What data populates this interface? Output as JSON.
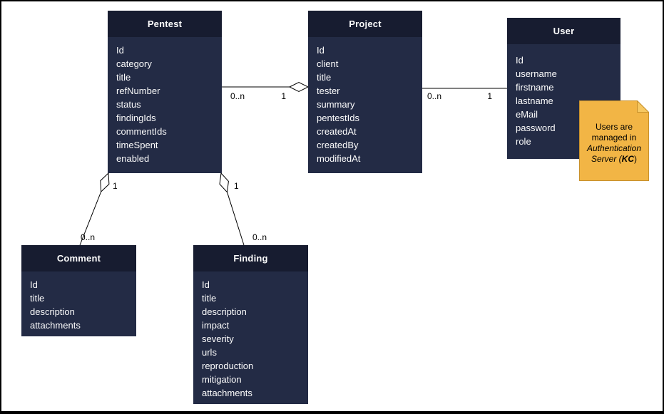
{
  "diagram": {
    "type": "uml-entity-diagram",
    "entities": [
      {
        "name": "Pentest",
        "fields": [
          "Id",
          "category",
          "title",
          "refNumber",
          "status",
          "findingIds",
          "commentIds",
          "timeSpent",
          "enabled"
        ]
      },
      {
        "name": "Project",
        "fields": [
          "Id",
          "client",
          "title",
          "tester",
          "summary",
          "pentestIds",
          "createdAt",
          "createdBy",
          "modifiedAt"
        ]
      },
      {
        "name": "User",
        "fields": [
          "Id",
          "username",
          "firstname",
          "lastname",
          "eMail",
          "password",
          "role"
        ]
      },
      {
        "name": "Comment",
        "fields": [
          "Id",
          "title",
          "description",
          "attachments"
        ]
      },
      {
        "name": "Finding",
        "fields": [
          "Id",
          "title",
          "description",
          "impact",
          "severity",
          "urls",
          "reproduction",
          "mitigation",
          "attachments"
        ]
      }
    ],
    "relationships": [
      {
        "name": "pentest-project",
        "from": "Pentest",
        "to": "Project",
        "from_card": "0..n",
        "to_card": "1",
        "diamond_end": "Project"
      },
      {
        "name": "project-user",
        "from": "Project",
        "to": "User",
        "from_card": "0..n",
        "to_card": "1",
        "diamond_end": "none"
      },
      {
        "name": "pentest-comment",
        "from": "Pentest",
        "to": "Comment",
        "near_card": "1",
        "far_card": "0..n",
        "diamond_end": "Pentest"
      },
      {
        "name": "pentest-finding",
        "from": "Pentest",
        "to": "Finding",
        "near_card": "1",
        "far_card": "0..n",
        "diamond_end": "Pentest"
      }
    ],
    "note": {
      "lines": [
        "Users are",
        "managed in",
        "Authentication"
      ],
      "line4": {
        "pre": "Server (",
        "bold": "KC",
        "post": ")"
      }
    },
    "colors": {
      "entity_header": "#171c30",
      "entity_body": "#232b45",
      "entity_text": "#fcfcfc",
      "note_fill": "#f2b545",
      "note_fold": "#f6c862",
      "note_stroke": "#c8912c",
      "line": "#000000",
      "background": "#ffffff"
    }
  }
}
